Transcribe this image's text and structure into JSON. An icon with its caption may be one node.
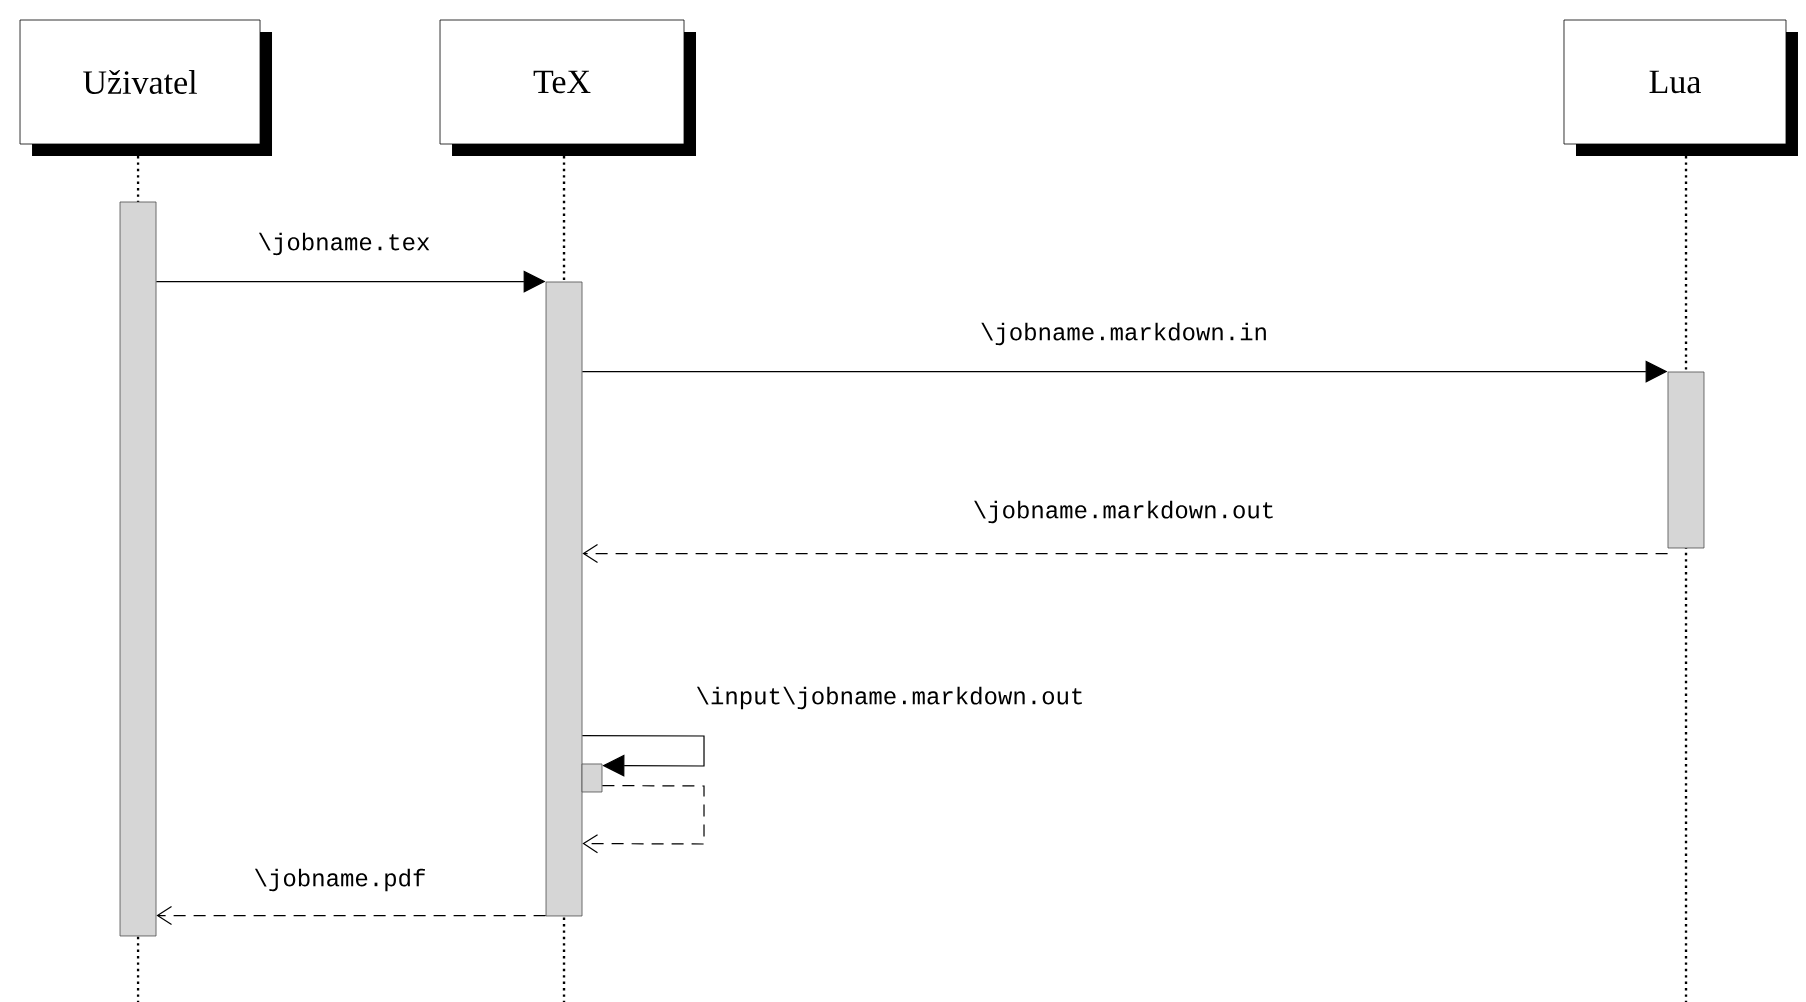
{
  "diagram": {
    "nodes": [
      {
        "text": [
          "Uživatel"
        ]
      },
      {
        "text": [
          "TeX"
        ]
      },
      {
        "text": [
          "Lua"
        ]
      },
      {
        "text": [],
        "shape": "bar"
      },
      {
        "text": [],
        "shape": "bar"
      },
      {
        "text": [],
        "shape": "bar"
      },
      {
        "text": [],
        "shape": "bar"
      }
    ],
    "edges": [
      {
        "from": 3,
        "to": 4,
        "arrow": "to",
        "label": "\\jobname.tex"
      },
      {
        "from": 4,
        "to": 5,
        "arrow": "to",
        "label": "\\jobname.markdown.in"
      },
      {
        "from": 5,
        "to": 4,
        "arrow": "to",
        "style": "dashed",
        "label": "\\jobname.markdown.out"
      },
      {
        "from": 4,
        "to": 6,
        "arrow": "to",
        "label": "\\input\\jobname.markdown.out"
      },
      {
        "from": 6,
        "to": 4,
        "arrow": "to",
        "style": "dashed"
      },
      {
        "from": 4,
        "to": 3,
        "arrow": "to",
        "style": "dashed",
        "label": "\\jobname.pdf"
      }
    ]
  }
}
